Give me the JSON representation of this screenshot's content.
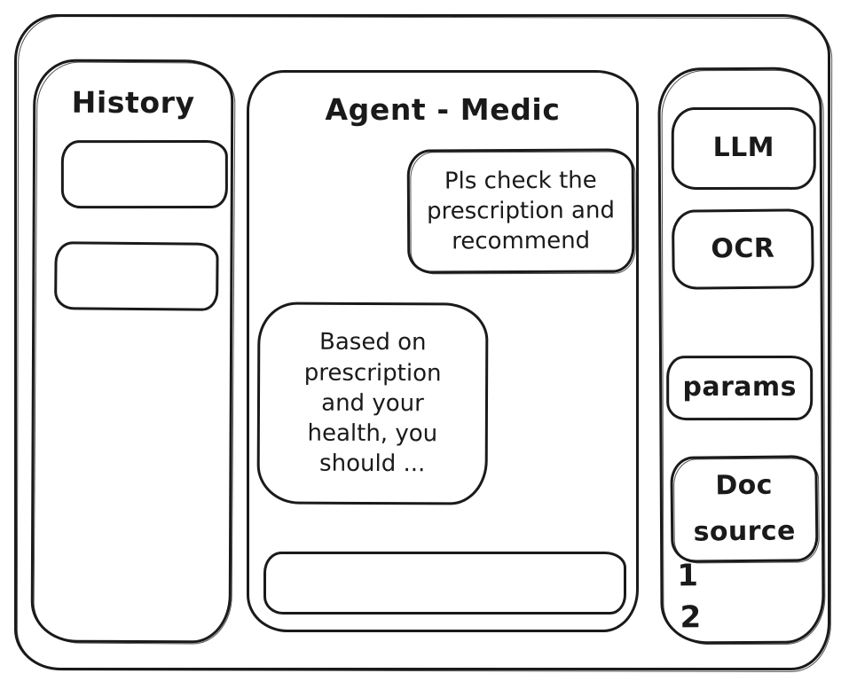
{
  "colors": {
    "stroke": "#1a1a1a",
    "background": "#ffffff"
  },
  "sidebar": {
    "title": "History",
    "items": [
      {
        "label": ""
      },
      {
        "label": ""
      }
    ]
  },
  "chat": {
    "title": "Agent - Medic",
    "messages": [
      {
        "role": "user",
        "text": "Pls check the prescription and recommend"
      },
      {
        "role": "assistant",
        "text": "Based on prescription and your health, you should ..."
      }
    ],
    "input": {
      "value": "",
      "placeholder": ""
    }
  },
  "tools": {
    "items": [
      {
        "label": "LLM"
      },
      {
        "label": "OCR"
      },
      {
        "label": "params"
      },
      {
        "label": "Doc source"
      }
    ],
    "doc_items": [
      "1",
      "2"
    ]
  }
}
